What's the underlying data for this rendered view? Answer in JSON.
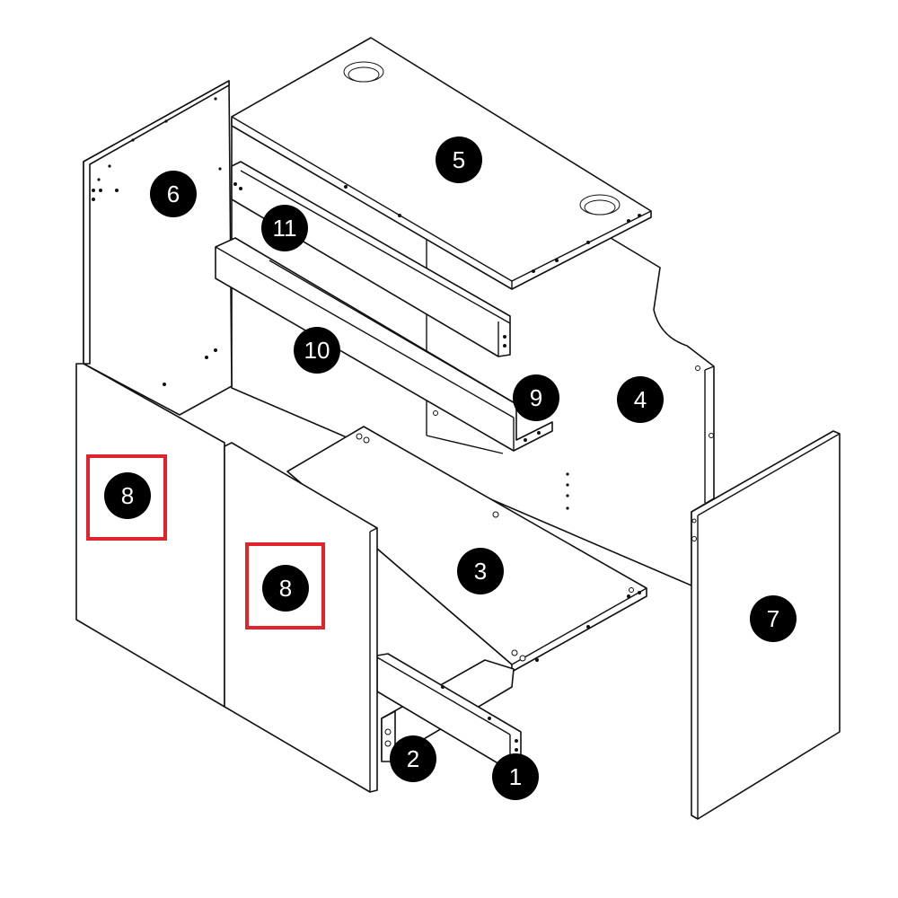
{
  "title": "Exploded assembly diagram of desk/cabinet parts",
  "highlight_color": "#e0242b",
  "parts": [
    {
      "id": "label-5",
      "text": "5"
    },
    {
      "id": "label-6",
      "text": "6"
    },
    {
      "id": "label-11",
      "text": "11"
    },
    {
      "id": "label-10",
      "text": "10"
    },
    {
      "id": "label-9",
      "text": "9"
    },
    {
      "id": "label-4",
      "text": "4"
    },
    {
      "id": "label-8a",
      "text": "8",
      "highlighted": true
    },
    {
      "id": "label-8b",
      "text": "8",
      "highlighted": true
    },
    {
      "id": "label-3",
      "text": "3"
    },
    {
      "id": "label-7",
      "text": "7"
    },
    {
      "id": "label-2",
      "text": "2"
    },
    {
      "id": "label-1",
      "text": "1"
    }
  ]
}
